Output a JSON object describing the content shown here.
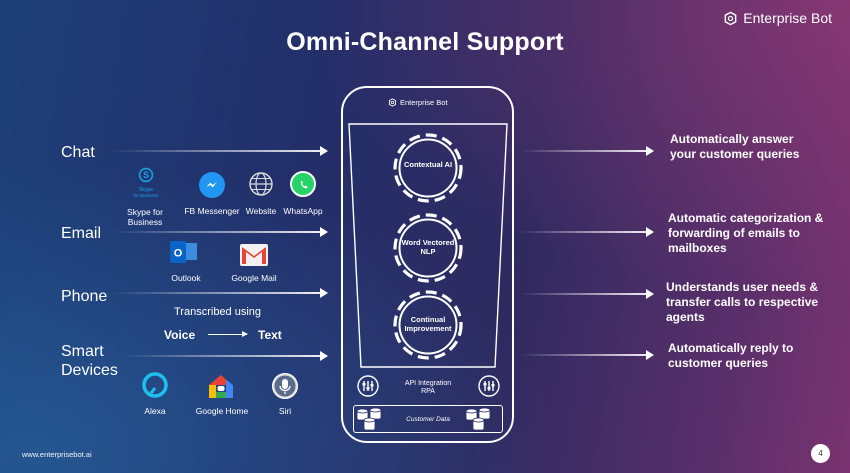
{
  "title": "Omni-Channel Support",
  "brand": "Enterprise Bot",
  "phone_brand": "Enterprise Bot",
  "channels": {
    "chat": "Chat",
    "email": "Email",
    "phone": "Phone",
    "smart_devices": "Smart\nDevices"
  },
  "chat_apps": {
    "skype_logo_line1": "Skype",
    "skype_logo_line2": "for Business",
    "skype": "Skype for\nBusiness",
    "fb": "FB Messenger",
    "website": "Website",
    "whatsapp": "WhatsApp"
  },
  "email_apps": {
    "outlook": "Outlook",
    "gmail": "Google Mail"
  },
  "voice": {
    "transcribed": "Transcribed using",
    "from": "Voice",
    "to": "Text"
  },
  "device_apps": {
    "alexa": "Alexa",
    "google_home": "Google Home",
    "siri": "Siri"
  },
  "gears": {
    "g1": "Contextual AI",
    "g2": "Word Vectored\nNLP",
    "g3": "Continual\nImprovement"
  },
  "integration": "API Integration\nRPA",
  "customer_data": "Customer Data",
  "outcomes": {
    "o1": "Automatically answer\nyour customer queries",
    "o2": "Automatic categorization &\nforwarding of emails to\nmailboxes",
    "o3": "Understands user needs &\ntransfer calls to respective\nagents",
    "o4": "Automatically reply to\ncustomer  queries"
  },
  "footer_url": "www.enterprisebot.ai",
  "page_number": "4",
  "colors": {
    "skype": "#1ba1e2",
    "messenger": "#2196f3",
    "whatsapp": "#25d366",
    "outlook": "#0a64c8",
    "gmail_red": "#ea4335",
    "alexa": "#1ec0f0"
  }
}
